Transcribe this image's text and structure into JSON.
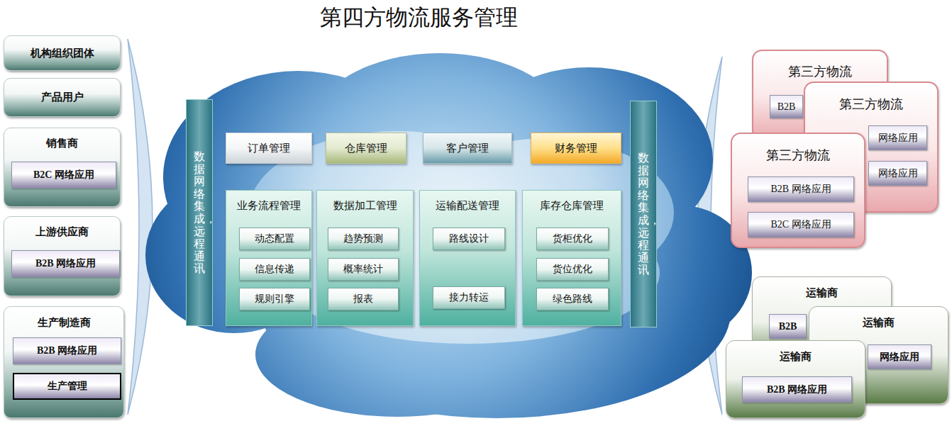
{
  "diagram": {
    "title": "第四方物流服务管理",
    "nodes": [
      {
        "text": [
          "机构组织团体"
        ]
      },
      {
        "text": [
          "产品用户"
        ]
      },
      {
        "text": [
          "销售商"
        ]
      },
      {
        "text": [
          "B2C 网络应用"
        ],
        "in": 2
      },
      {
        "text": [
          "上游供应商"
        ]
      },
      {
        "text": [
          "B2B 网络应用"
        ],
        "in": 4
      },
      {
        "text": [
          "生产制造商"
        ]
      },
      {
        "text": [
          "B2B 网络应用"
        ],
        "in": 6
      },
      {
        "text": [
          "生产管理"
        ],
        "in": 6
      },
      {
        "text": [
          "数据网络集成，远程通讯"
        ]
      },
      {
        "text": [
          "订单管理"
        ]
      },
      {
        "text": [
          "仓库管理"
        ]
      },
      {
        "text": [
          "客户管理"
        ]
      },
      {
        "text": [
          "财务管理"
        ]
      },
      {
        "text": [
          "业务流程管理"
        ]
      },
      {
        "text": [
          "动态配置"
        ],
        "in": 14
      },
      {
        "text": [
          "信息传递"
        ],
        "in": 14
      },
      {
        "text": [
          "规则引擎"
        ],
        "in": 14
      },
      {
        "text": [
          "数据加工管理"
        ]
      },
      {
        "text": [
          "趋势预测"
        ],
        "in": 18
      },
      {
        "text": [
          "概率统计"
        ],
        "in": 18
      },
      {
        "text": [
          "报表"
        ],
        "in": 18
      },
      {
        "text": [
          "运输配送管理"
        ]
      },
      {
        "text": [
          "路线设计"
        ],
        "in": 22
      },
      {
        "text": [
          "接力转运"
        ],
        "in": 22
      },
      {
        "text": [
          "库存仓库管理"
        ]
      },
      {
        "text": [
          "货柜优化"
        ],
        "in": 25
      },
      {
        "text": [
          "货位优化"
        ],
        "in": 25
      },
      {
        "text": [
          "绿色路线"
        ],
        "in": 25
      },
      {
        "text": [
          "数据网络集成，远程通讯"
        ]
      },
      {
        "text": [
          "第三方物流"
        ]
      },
      {
        "text": [
          "B2B"
        ],
        "in": 30
      },
      {
        "text": [
          "第三方物流"
        ]
      },
      {
        "text": [
          "网络应用"
        ],
        "in": 32
      },
      {
        "text": [
          "网络应用"
        ],
        "in": 32
      },
      {
        "text": [
          "第三方物流"
        ]
      },
      {
        "text": [
          "B2B 网络应用"
        ],
        "in": 35
      },
      {
        "text": [
          "B2C 网络应用"
        ],
        "in": 35
      },
      {
        "text": [
          "运输商"
        ]
      },
      {
        "text": [
          "B2B"
        ],
        "in": 38
      },
      {
        "text": [
          "运输商"
        ]
      },
      {
        "text": [
          "网络应用"
        ],
        "in": 40
      },
      {
        "text": [
          "运输商"
        ]
      },
      {
        "text": [
          "B2B 网络应用"
        ],
        "in": 42
      }
    ]
  }
}
